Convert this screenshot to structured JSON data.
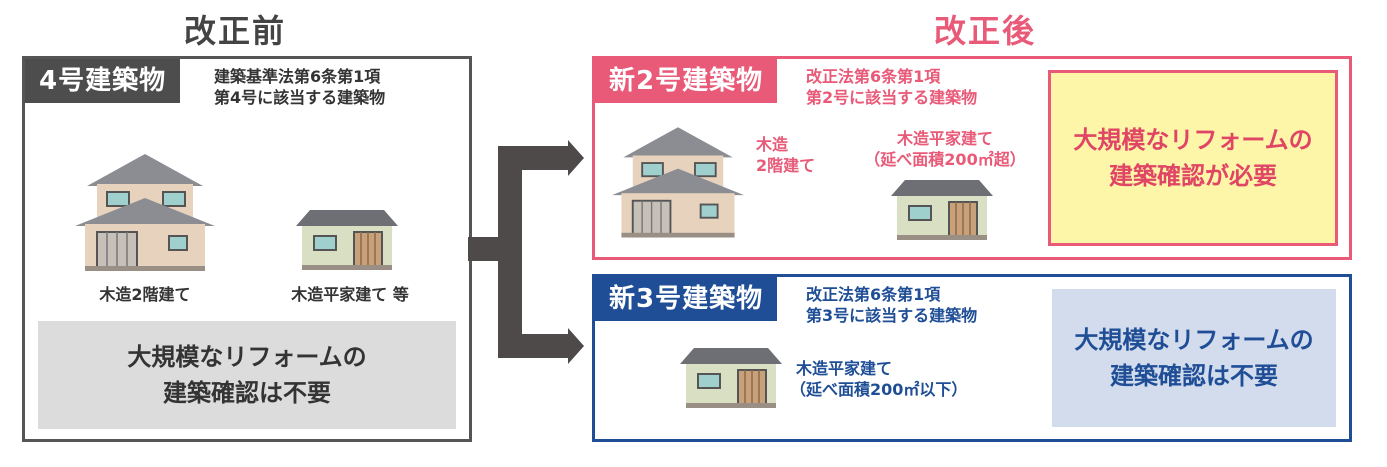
{
  "before": {
    "heading": "改正前",
    "tag": "4号建築物",
    "ref_line1": "建築基準法第6条第1項",
    "ref_line2": "第4号に該当する建築物",
    "house1_label": "木造2階建て",
    "house2_label": "木造平家建て 等",
    "message_line1": "大規模なリフォームの",
    "message_line2": "建築確認は不要"
  },
  "after": {
    "heading": "改正後",
    "new2": {
      "tag": "新2号建築物",
      "ref_line1": "改正法第6条第1項",
      "ref_line2": "第2号に該当する建築物",
      "house1_label_line1": "木造",
      "house1_label_line2": "2階建て",
      "house2_label_line1": "木造平家建て",
      "house2_label_line2": "（延べ面積200㎡超）",
      "message_line1": "大規模なリフォームの",
      "message_line2": "建築確認が必要"
    },
    "new3": {
      "tag": "新3号建築物",
      "ref_line1": "改正法第6条第1項",
      "ref_line2": "第3号に該当する建築物",
      "house_label_line1": "木造平家建て",
      "house_label_line2": "（延べ面積200㎡以下）",
      "message_line1": "大規模なリフォームの",
      "message_line2": "建築確認は不要"
    }
  },
  "colors": {
    "before_border": "#555555",
    "new2_accent": "#e85a78",
    "new3_accent": "#1f4e96",
    "required_bg": "#fdf5a8",
    "required_text": "#e04565",
    "not_required_bg_left": "#dcdcdc",
    "not_required_bg_right": "#d2dced",
    "arrow": "#4e4a4a"
  }
}
